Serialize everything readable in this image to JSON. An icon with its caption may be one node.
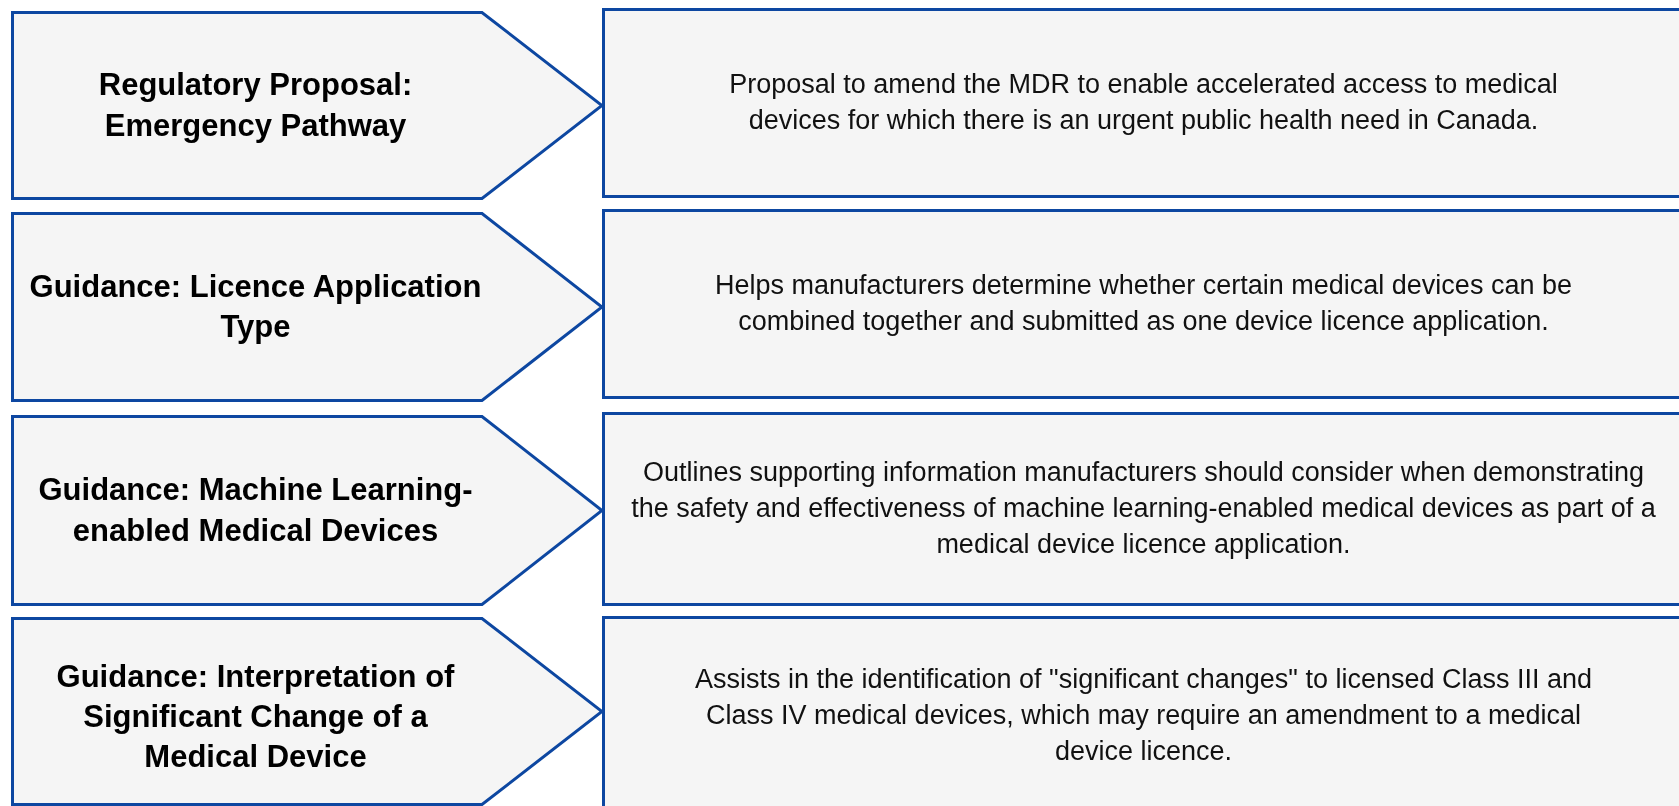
{
  "diagram": {
    "nodes": [
      {
        "text": [
          "Regulatory Proposal: Emergency Pathway"
        ]
      },
      {
        "text": [
          "Proposal to amend the MDR to enable accelerated access to medical devices for which there is an urgent public health need in Canada."
        ]
      },
      {
        "text": [
          "Guidance: Licence Application Type"
        ]
      },
      {
        "text": [
          "Helps manufacturers determine whether certain medical devices can be combined together and submitted as one device licence application."
        ]
      },
      {
        "text": [
          "Guidance: Machine Learning-enabled Medical Devices"
        ]
      },
      {
        "text": [
          "Outlines supporting information manufacturers should consider when demonstrating the safety and effectiveness of machine learning-enabled medical devices as part of a medical device licence application."
        ]
      },
      {
        "text": [
          "Guidance: Interpretation of Significant Change of a Medical Device"
        ]
      },
      {
        "text": [
          "Assists in the identification of \"significant changes\" to licensed Class III and Class IV medical devices, which may require an amendment to a medical device licence."
        ]
      }
    ]
  }
}
